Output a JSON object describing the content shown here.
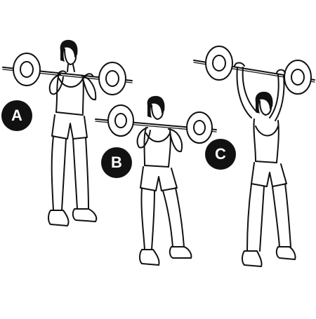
{
  "figures": [
    {
      "label": "A"
    },
    {
      "label": "B"
    },
    {
      "label": "C"
    }
  ]
}
